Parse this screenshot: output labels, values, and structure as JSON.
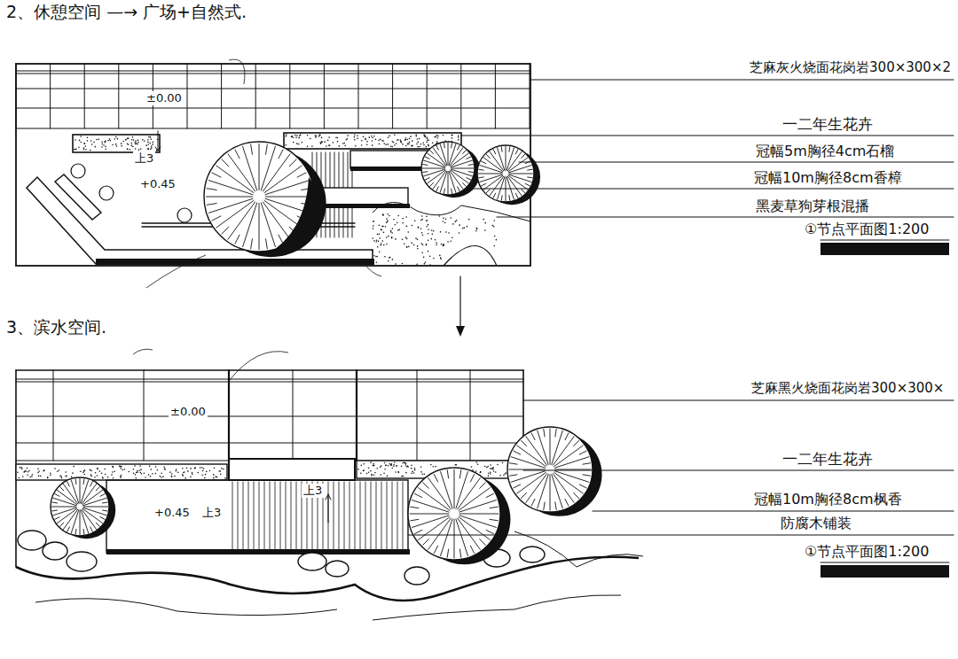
{
  "diagram": {
    "labels": [
      "2、休憩空间 —→ 广场+自然式.",
      "芝麻灰火烧面花岗岩300×300×2",
      "±0.00",
      "上3",
      "+0.45",
      "一二年生花卉",
      "冠幅5m胸径4cm石榴",
      "冠幅10m胸径8cm香樟",
      "黑麦草狗芽根混播",
      "①节点平面图1:200",
      "3、滨水空间.",
      "芝麻黑火烧面花岗岩300×300×",
      "±0.00",
      "+0.45",
      "上3",
      "上3",
      "一二年生花卉",
      "冠幅10m胸径8cm枫香",
      "防腐木铺装",
      "①节点平面图1:200"
    ]
  }
}
